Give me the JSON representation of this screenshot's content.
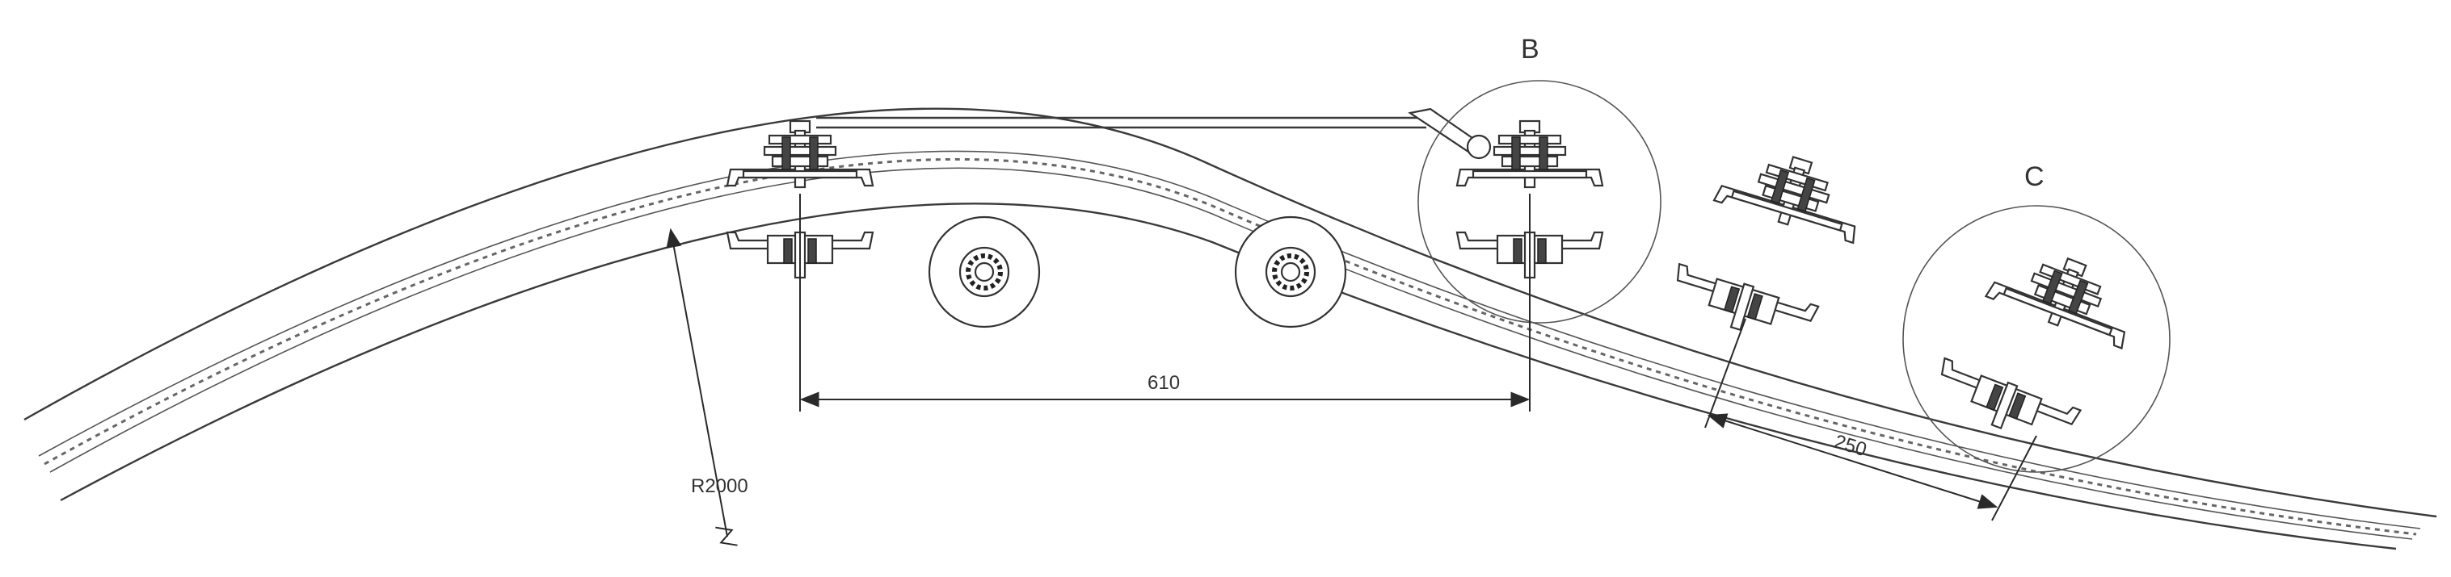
{
  "labels": {
    "detail_b": "B",
    "detail_c": "C",
    "dimension_610": "610",
    "dimension_250": "250",
    "radius": "R2000"
  }
}
